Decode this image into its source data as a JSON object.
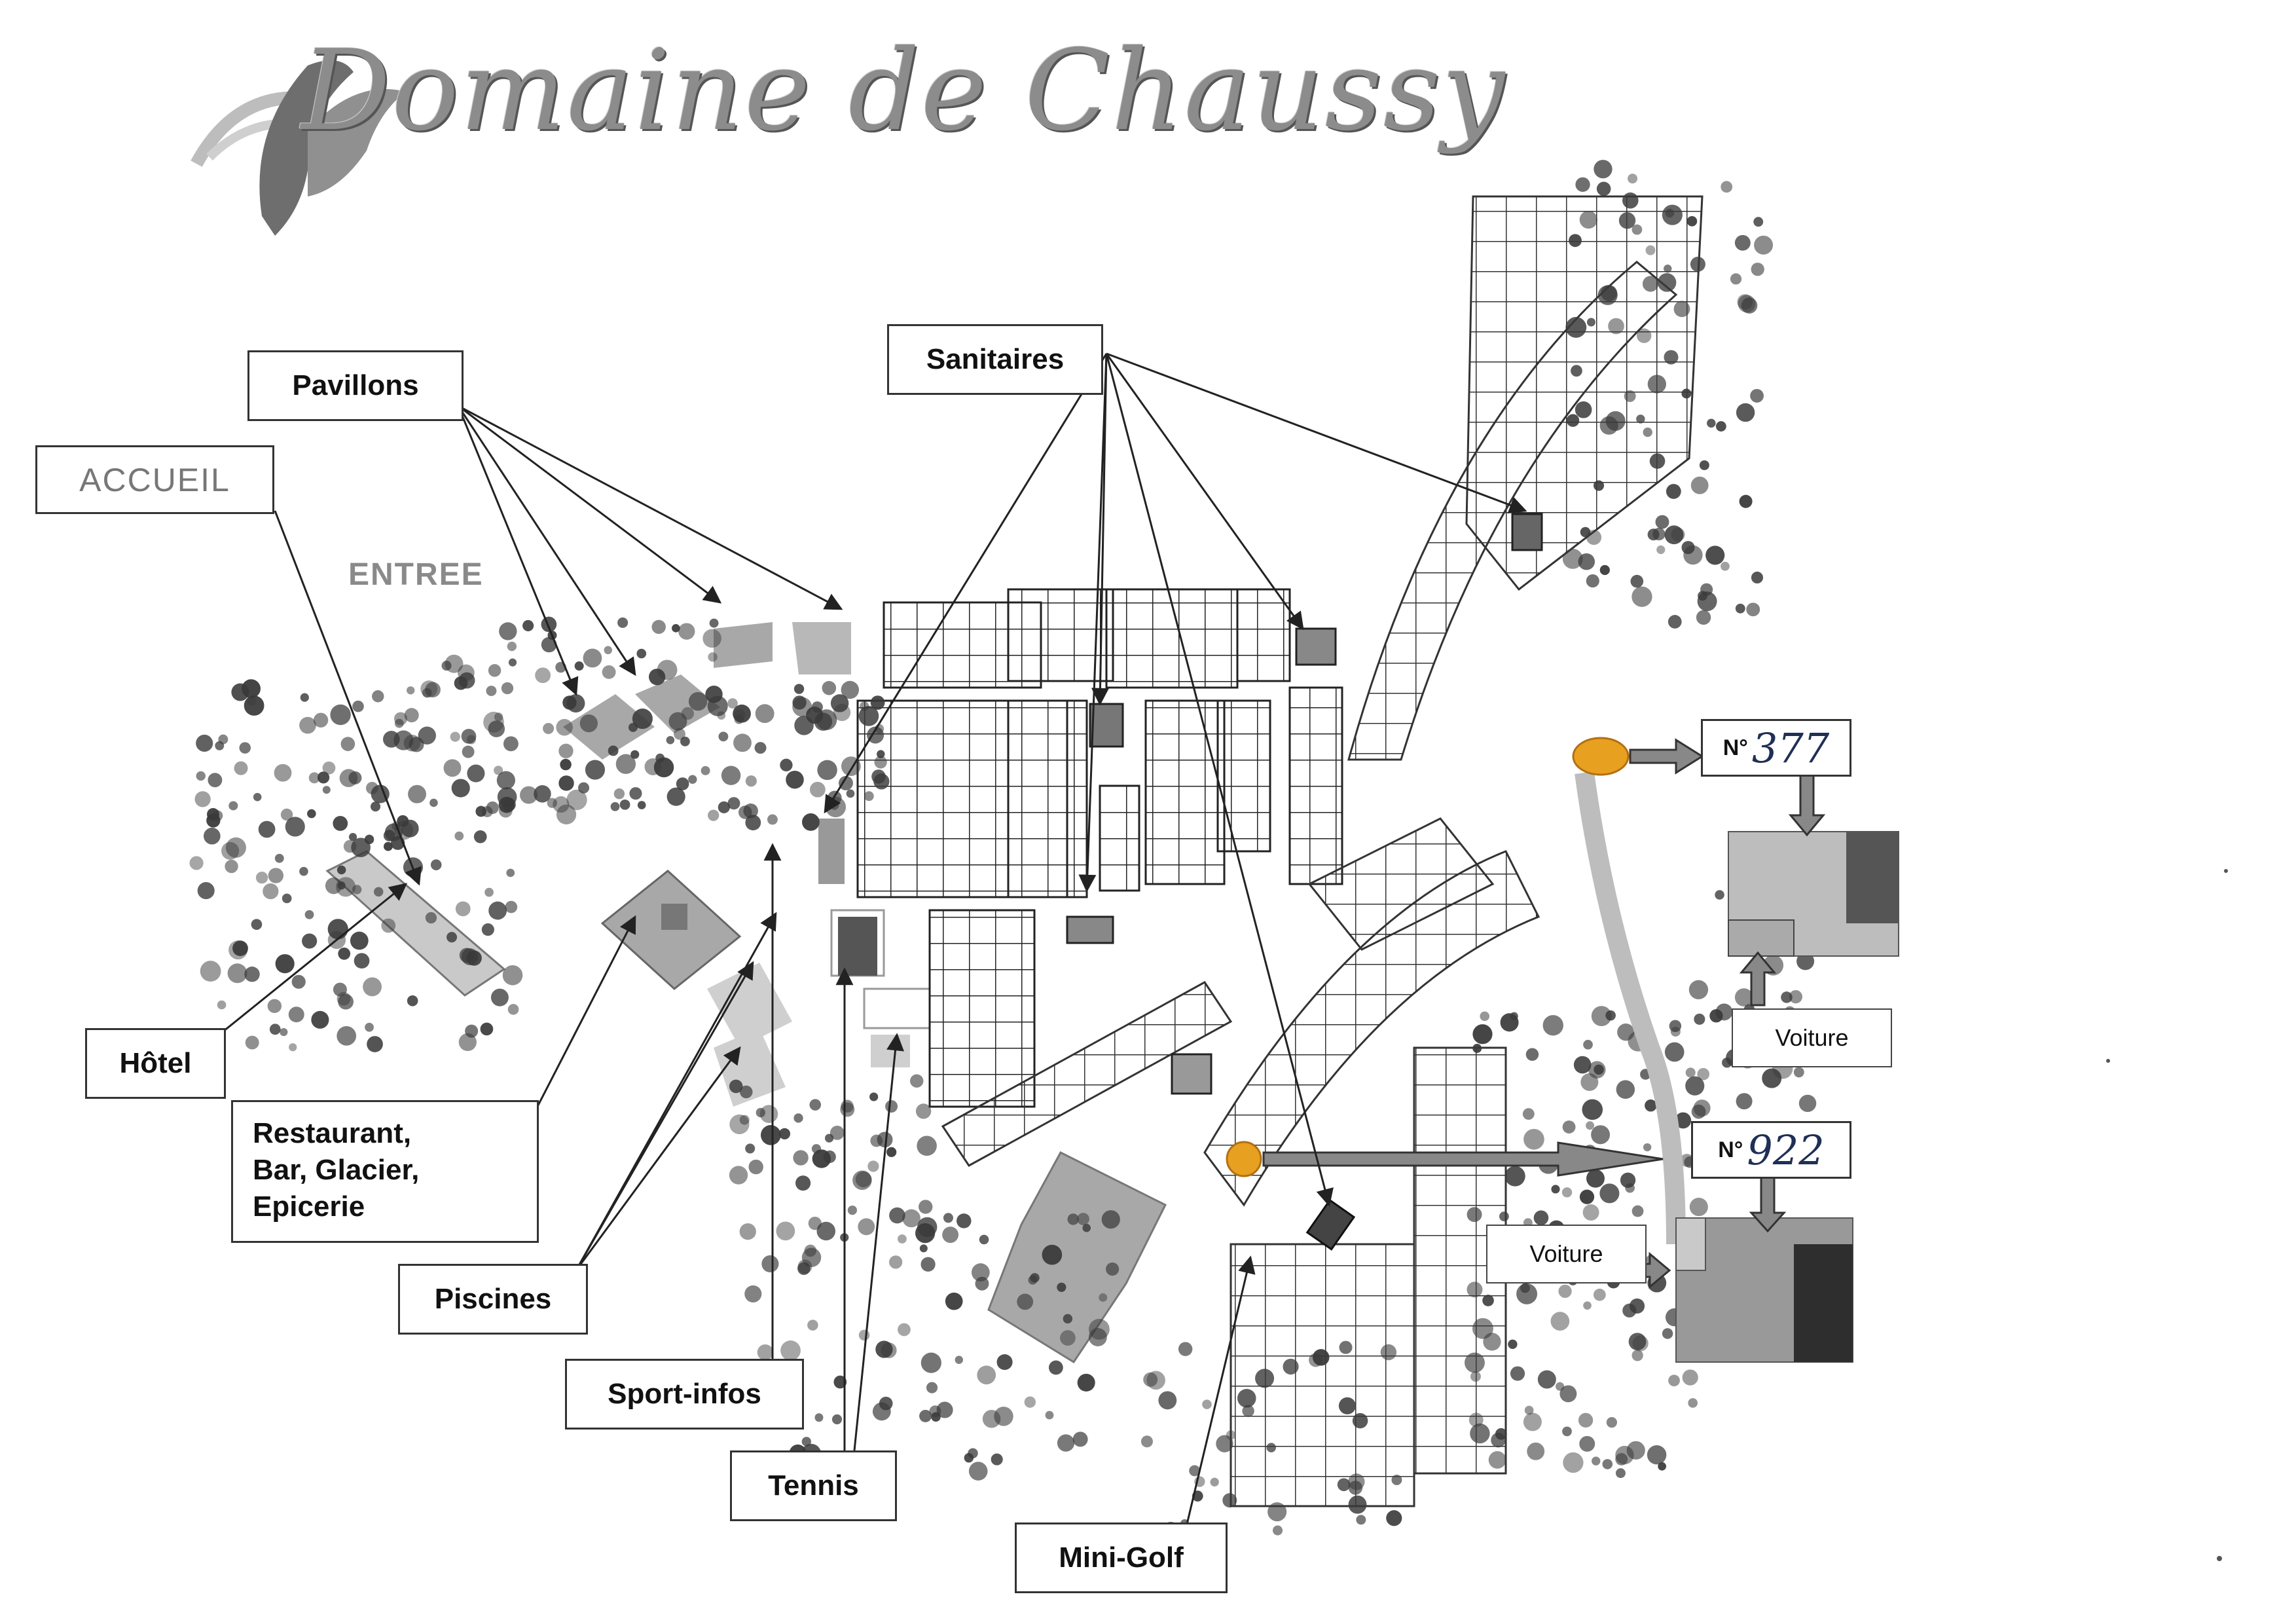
{
  "title": "Domaine de Chaussy",
  "entrance_label": "ENTREE",
  "labels": {
    "accueil": "ACCUEIL",
    "pavillons": "Pavillons",
    "sanitaires": "Sanitaires",
    "hotel": "Hôtel",
    "restaurant_line1": "Restaurant,",
    "restaurant_line2": "Bar, Glacier,",
    "restaurant_line3": "Epicerie",
    "piscines": "Piscines",
    "sport_infos": "Sport-infos",
    "tennis": "Tennis",
    "mini_golf": "Mini-Golf"
  },
  "pitches": [
    {
      "prefix": "N°",
      "number": "377",
      "parking_label": "Voiture"
    },
    {
      "prefix": "N°",
      "number": "922",
      "parking_label": "Voiture"
    }
  ],
  "colors": {
    "ink": "#111111",
    "map_gray": "#8c8c8c",
    "tree": "#3a3a3a",
    "highlight_marker": "#e8a020",
    "handwriting": "#1f2f55"
  }
}
